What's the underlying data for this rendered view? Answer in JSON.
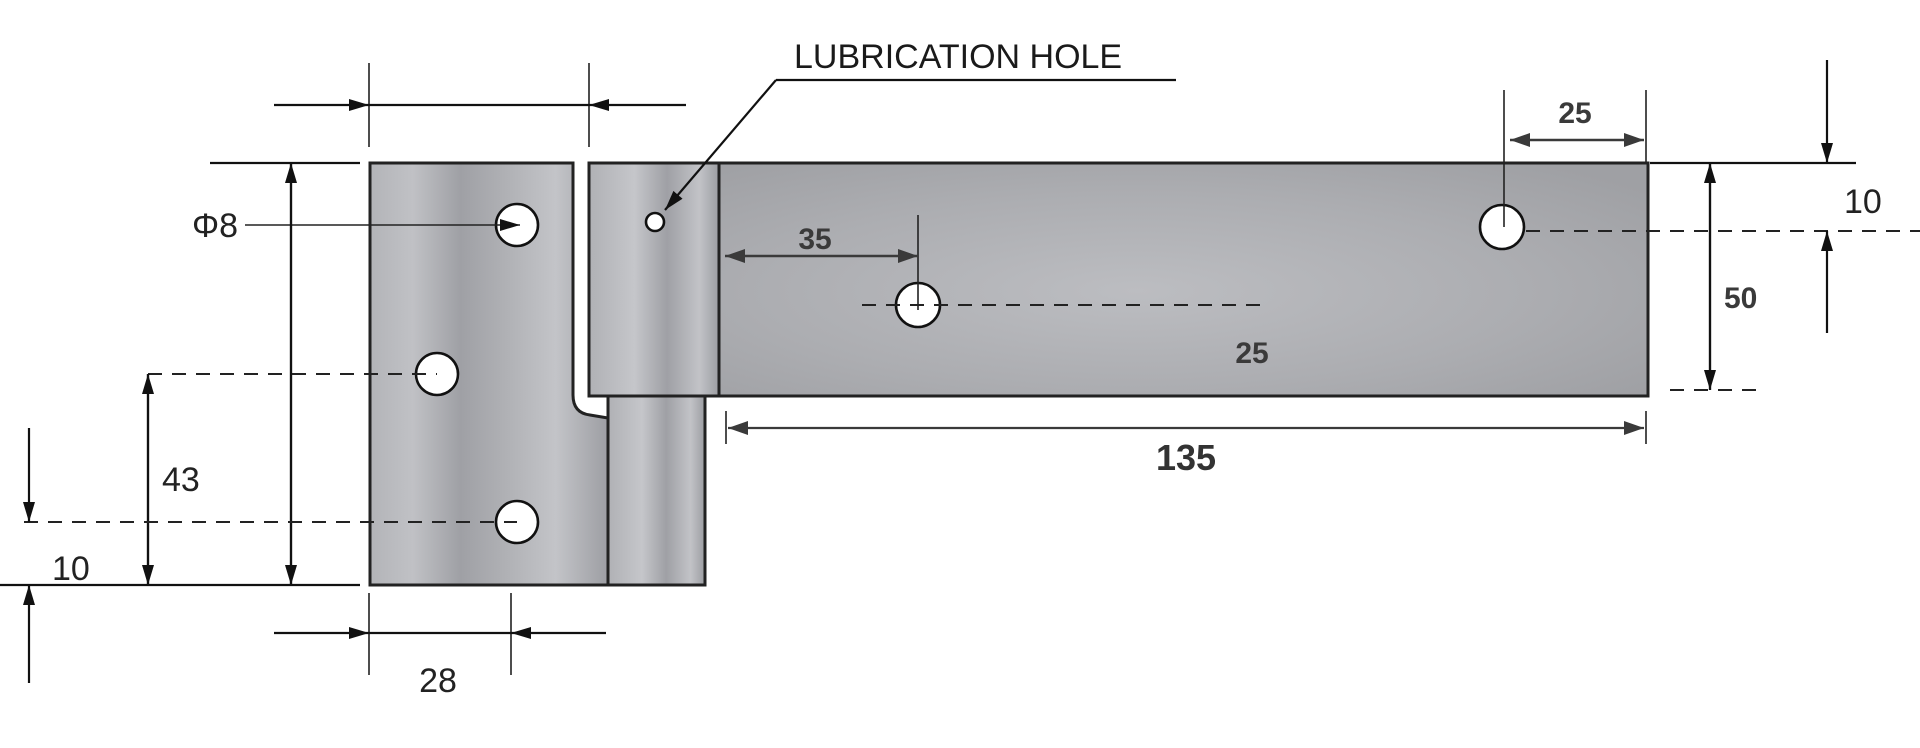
{
  "drawing": {
    "title": "Hinge technical drawing",
    "colors": {
      "metal_light": "#c4c5c9",
      "metal_mid": "#a7a8ac",
      "metal_dark": "#9a9ba0",
      "line": "#111111",
      "background": "#ffffff"
    },
    "callouts": {
      "lubrication_hole": "LUBRICATION HOLE",
      "hole_diameter": "Φ8"
    },
    "dimensions": {
      "vertical_hole_spacing": "43",
      "bottom_hole_offset": "10",
      "hole_from_edge_width": "28",
      "top_width": "",
      "leaf_hole_horizontal": "35",
      "leaf_hole_vertical": "25",
      "leaf_length": "135",
      "right_hole_from_end": "25",
      "leaf_height": "50",
      "right_hole_from_top": "10"
    },
    "parts": [
      {
        "name": "left-leaf",
        "holes": 3
      },
      {
        "name": "knuckle-barrel",
        "holes": 1
      },
      {
        "name": "right-leaf",
        "holes": 2
      }
    ]
  }
}
